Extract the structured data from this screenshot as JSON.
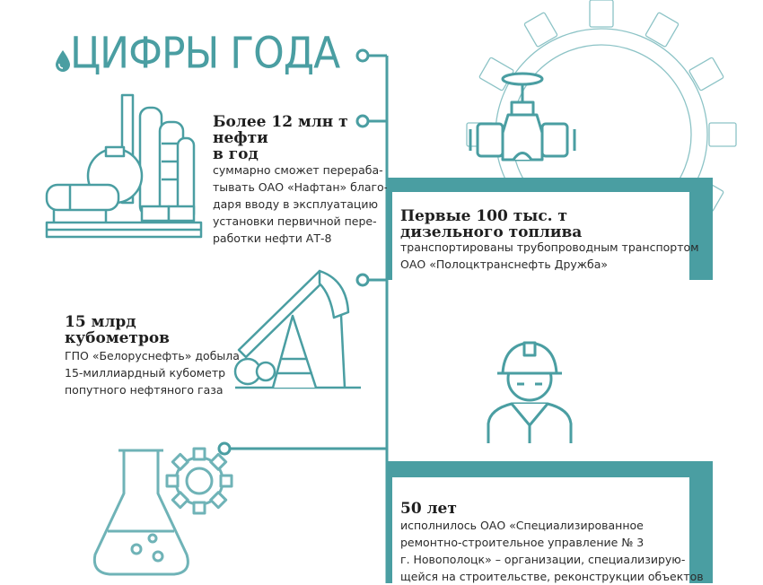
{
  "page": {
    "title": "ЦИФРЫ ГОДА",
    "accent_color": "#4a9ea2",
    "illustration_color": "#6fb3b7"
  },
  "facts": [
    {
      "heading_lines": [
        "Более 12 млн т",
        "нефти",
        "в год"
      ],
      "body_lines": [
        "суммарно сможет перераба-",
        "тывать ОАО «Нафтан» благо-",
        "даря вводу в эксплуатацию",
        "установки первичной пере-",
        "работки нефти АТ-8"
      ],
      "icon": "refinery-icon"
    },
    {
      "heading_lines": [
        "Первые 100 тыс. т",
        "дизельного топлива"
      ],
      "body_lines": [
        "транспортированы трубопроводным транспортом",
        "ОАО «Полоцктранснефть Дружба»"
      ],
      "icon": "pipeline-valve-icon"
    },
    {
      "heading_lines": [
        "15 млрд",
        "кубометров"
      ],
      "body_lines": [
        "ГПО «Белоруснефть» добыла",
        "15-миллиардный кубометр",
        " попутного нефтяного газа"
      ],
      "icon": "oil-pump-jack-icon"
    },
    {
      "heading_lines": [],
      "body_lines": [],
      "icon": "worker-hardhat-icon"
    },
    {
      "heading_lines": [
        "50 лет"
      ],
      "body_lines": [
        "исполнилось ОАО «Специализированное",
        "ремонтно-строительное управление № 3",
        "г. Новополоцк» – организации, специализирую-",
        "щейся на строительстве, реконструкции объектов"
      ],
      "icon": "lab-flask-gear-icon"
    }
  ]
}
